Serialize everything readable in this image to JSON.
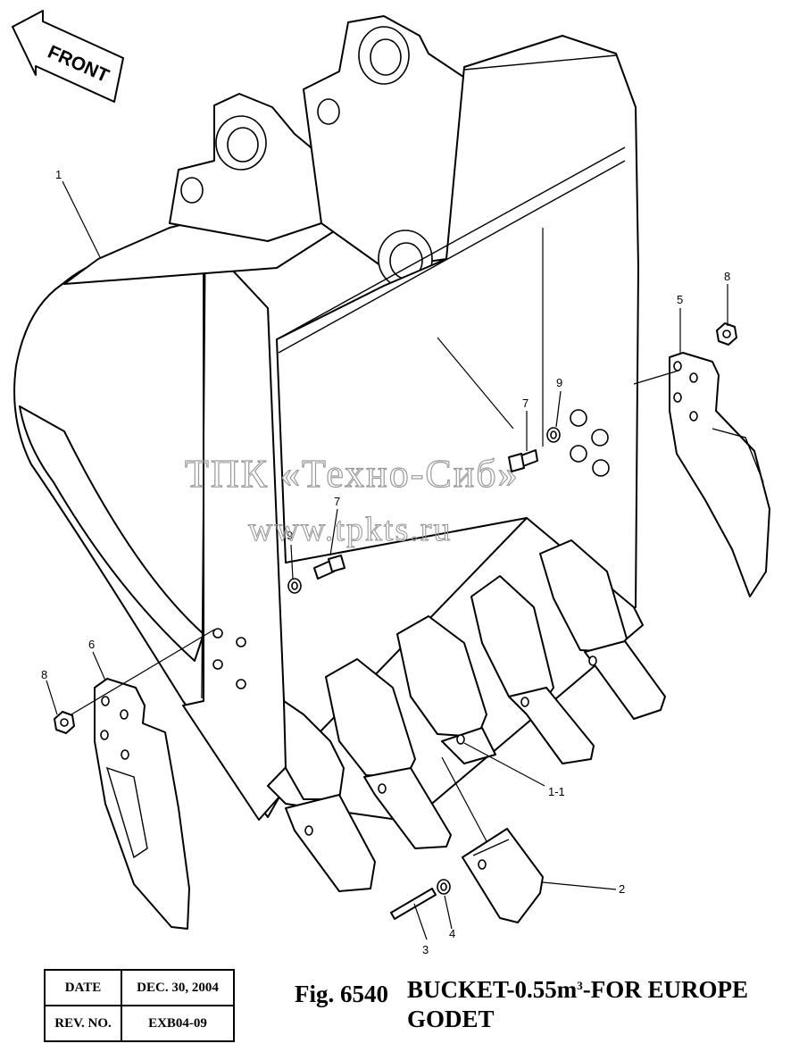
{
  "front_arrow": {
    "label": "FRONT"
  },
  "callouts": {
    "bucket": "1",
    "tooth": "1-1",
    "point": "2",
    "pin": "3",
    "washer_pin": "4",
    "cutter_right": "5",
    "cutter_left": "6",
    "bolt_upper": "7",
    "bolt_lower": "7",
    "nut_right": "8",
    "nut_left": "8",
    "washer_upper": "9",
    "washer_lower": "9"
  },
  "watermark": {
    "line1": "ТПК «Техно-Сиб»",
    "line2": "www.tpkts.ru"
  },
  "info_table": {
    "date_label": "DATE",
    "date_value": "DEC. 30, 2004",
    "rev_label": "REV. NO.",
    "rev_value": "EXB04-09"
  },
  "figure": {
    "number": "Fig. 6540",
    "title_prefix": "BUCKET-0.55m",
    "title_superscript": "3",
    "title_suffix": "-FOR EUROPE",
    "subtitle": "GODET"
  }
}
